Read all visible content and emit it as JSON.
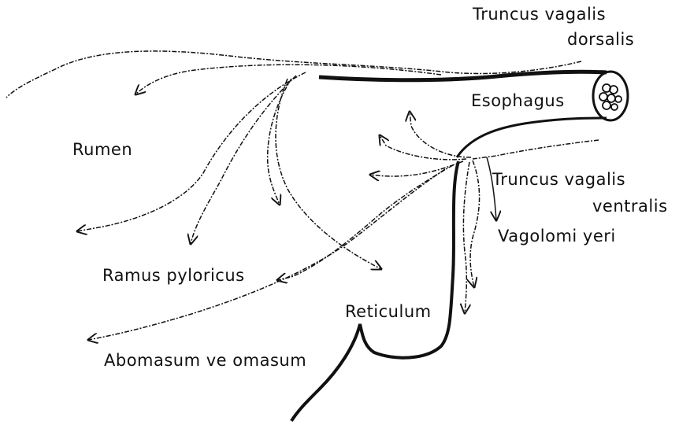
{
  "labels": {
    "truncus_dorsalis_line1": "Truncus vagalis",
    "truncus_dorsalis_line2": "dorsalis",
    "esophagus": "Esophagus",
    "rumen": "Rumen",
    "truncus_ventralis_line1": "Truncus vagalis",
    "truncus_ventralis_line2": "ventralis",
    "vagotomi": "Vagolomi yeri",
    "ramus_pyloricus": "Ramus pyloricus",
    "reticulum": "Reticulum",
    "abomasum": "Abomasum ve omasum"
  },
  "colors": {
    "ink": "#111111",
    "background": "#ffffff"
  }
}
